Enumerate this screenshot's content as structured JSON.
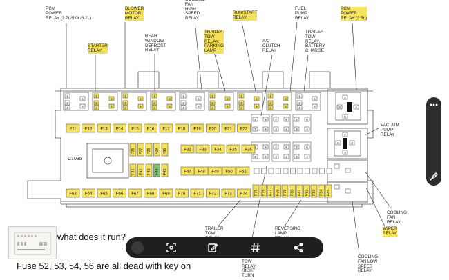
{
  "labels": {
    "pcm_power_relay_left": "PCM\nPOWER\nRELAY (3.7L/5.0L/6.2L)",
    "blower_motor_relay": "BLOWER\nMOTOR\nRELAY",
    "cooling_fan_high_speed_relay": "COOLING\nFAN\nHIGH\nSPEED\nRELAY",
    "run_start_relay": "RUN/START\nRELAY",
    "fuel_pump_relay": "FUEL\nPUMP\nRELAY",
    "pcm_power_relay_right": "PCM\nPOWER\nRELAY (3.5L)",
    "starter_relay": "STARTER\nRELAY",
    "rear_window_defrost_relay": "REAR\nWINDOW\nDEFROST\nRELAY",
    "trailer_tow_relay_parking_lamp": "TRAILER\nTOW\nRELAY,\nPARKING\nLAMP",
    "ac_clutch_relay": "A/C\nCLUTCH\nRELAY",
    "trailer_tow_relay_battery_charge": "TRAILER\nTOW\nRELAY,\nBATTERY\nCHARGE",
    "vacuum_pump_relay": "VACUUM\nPUMP\nRELAY",
    "c1035": "C1035",
    "cooling_fan_relay": "COOLING\nFAN\nRELAY",
    "wiper_relay": "WIPER\nRELAY",
    "trailer_tow_relay_left_turn": "TRAILER\nTOW\nRELAY,\nLEFT\nTURN",
    "trailer_tow_relay_right_turn": "TRAILER\nTOW\nRELAY,\nRIGHT\nTURN",
    "reversing_lamp_relay": "REVERSING\nLAMP\nRELAY",
    "cooling_fan_low_speed_relay": "COOLING\nFAN LOW\nSPEED\nRELAY"
  },
  "fuse_rows": {
    "row1": [
      "F11",
      "F12",
      "F13",
      "F14",
      "F15",
      "F16",
      "F17",
      "F18",
      "F19",
      "F20",
      "F21",
      "F22"
    ],
    "row2_left": [
      "F26",
      "F27",
      "F28",
      "F29",
      "F30"
    ],
    "row2": [
      "F32",
      "F33",
      "F34",
      "F35",
      "F36"
    ],
    "row3_left": [
      "F41",
      "F42",
      "F43",
      "F44",
      "F45"
    ],
    "row3": [
      "F47",
      "F48",
      "F49",
      "F50",
      "F51"
    ],
    "row4": [
      "F63",
      "F64",
      "F65",
      "F66",
      "F67",
      "F68",
      "F69",
      "F70",
      "F71",
      "F72",
      "F73",
      "F74"
    ],
    "row4_vertical": [
      "F75",
      "F76",
      "F77",
      "F78",
      "F79",
      "F80",
      "F81",
      "F82",
      "F83",
      "F84",
      "F85"
    ]
  },
  "pin_numbers": [
    "1",
    "2",
    "3",
    "4",
    "5"
  ],
  "post": {
    "question": "what does it run?",
    "note": "Fuse 52, 53, 54, 56 are all dead with key on"
  },
  "colors": {
    "highlight": "#f5e25a",
    "toolbar": "#1f1f1f"
  },
  "icons": {
    "toolbar": [
      "drag-handle-icon",
      "crop-select-icon",
      "edit-note-icon",
      "hashtag-icon",
      "share-icon"
    ],
    "side": [
      "more-dots-icon",
      "draw-icon"
    ]
  }
}
